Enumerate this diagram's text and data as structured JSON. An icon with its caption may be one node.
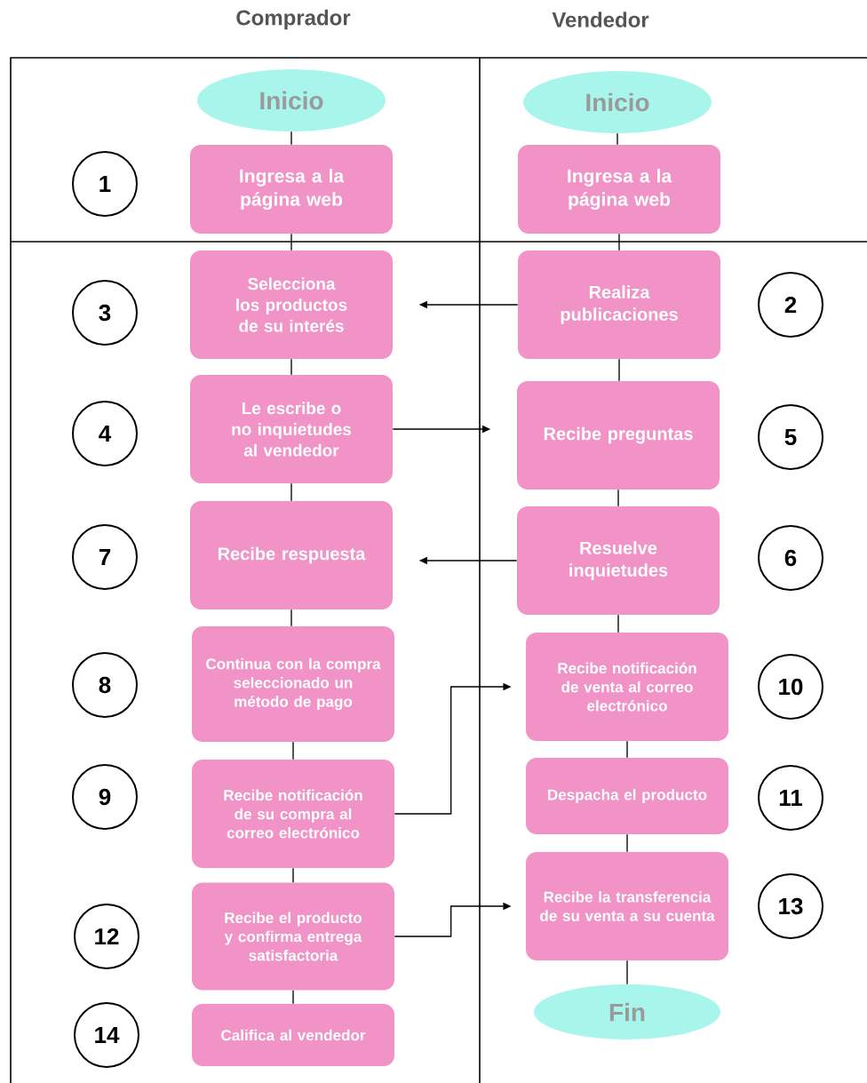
{
  "diagram": {
    "nodes": [
      {
        "text": [
          "Inicio"
        ]
      },
      {
        "text": [
          "Inicio"
        ]
      },
      {
        "text": [
          "1"
        ]
      },
      {
        "text": [
          "Ingresa  a la página web"
        ]
      },
      {
        "text": [
          "Ingresa  a la página web"
        ]
      },
      {
        "text": [
          "3"
        ]
      },
      {
        "text": [
          "Selecciona los productos de su interés"
        ]
      },
      {
        "text": [
          "Realiza publicaciones"
        ]
      },
      {
        "text": [
          "2"
        ]
      },
      {
        "text": [
          "4"
        ]
      },
      {
        "text": [
          "Le escribe o no inquietudes al vendedor"
        ]
      },
      {
        "text": [
          "Recibe preguntas"
        ]
      },
      {
        "text": [
          "5"
        ]
      },
      {
        "text": [
          "7"
        ]
      },
      {
        "text": [
          "Recibe respuesta"
        ]
      },
      {
        "text": [
          "Resuelve inquietudes"
        ]
      },
      {
        "text": [
          "6"
        ]
      },
      {
        "text": [
          "8"
        ]
      },
      {
        "text": [
          "Continua con la compra seleccionado un método de pago"
        ]
      },
      {
        "text": [
          "Recibe notificación de venta al correo electrónico"
        ]
      },
      {
        "text": [
          "10"
        ]
      },
      {
        "text": [
          "9"
        ]
      },
      {
        "text": [
          "Recibe notificación de su compra al correo electrónico"
        ]
      },
      {
        "text": [
          "Despacha el producto"
        ]
      },
      {
        "text": [
          "11"
        ]
      },
      {
        "text": [
          "13"
        ]
      },
      {
        "text": [
          "12"
        ]
      },
      {
        "text": [
          "Recibe el producto y confirma entrega satisfactoria"
        ]
      },
      {
        "text": [
          "Recibe la transferencia de su venta a su cuenta"
        ]
      },
      {
        "text": [
          "14"
        ]
      },
      {
        "text": [
          "Califica al vendedor"
        ]
      },
      {
        "text": [
          "Fin"
        ]
      }
    ],
    "edges": [
      {
        "from": 0,
        "to": 3,
        "arrow": "none"
      },
      {
        "from": 3,
        "to": 6,
        "arrow": "none"
      },
      {
        "from": 6,
        "to": 10,
        "arrow": "none"
      },
      {
        "from": 10,
        "to": 14,
        "arrow": "none"
      },
      {
        "from": 14,
        "to": 18,
        "arrow": "none"
      },
      {
        "from": 18,
        "to": 22,
        "arrow": "none"
      },
      {
        "from": 22,
        "to": 27,
        "arrow": "none"
      },
      {
        "from": 27,
        "to": 30,
        "arrow": "none"
      },
      {
        "from": 1,
        "to": 4,
        "arrow": "none"
      },
      {
        "from": 4,
        "to": 7,
        "arrow": "none"
      },
      {
        "from": 7,
        "to": 11,
        "arrow": "none"
      },
      {
        "from": 11,
        "to": 15,
        "arrow": "none"
      },
      {
        "from": 15,
        "to": 19,
        "arrow": "none"
      },
      {
        "from": 19,
        "to": 23,
        "arrow": "none"
      },
      {
        "from": 23,
        "to": 28,
        "arrow": "none"
      },
      {
        "from": 28,
        "to": 31,
        "arrow": "none"
      },
      {
        "from": 7,
        "to": 6,
        "arrow": "to"
      },
      {
        "from": 10,
        "to": 11,
        "arrow": "to"
      },
      {
        "from": 15,
        "to": 14,
        "arrow": "to"
      },
      {
        "from": 22,
        "to": 19,
        "arrow": "to"
      },
      {
        "from": 27,
        "to": 28,
        "arrow": "to"
      }
    ],
    "labels": [
      "Comprador",
      "Vendedor"
    ]
  }
}
